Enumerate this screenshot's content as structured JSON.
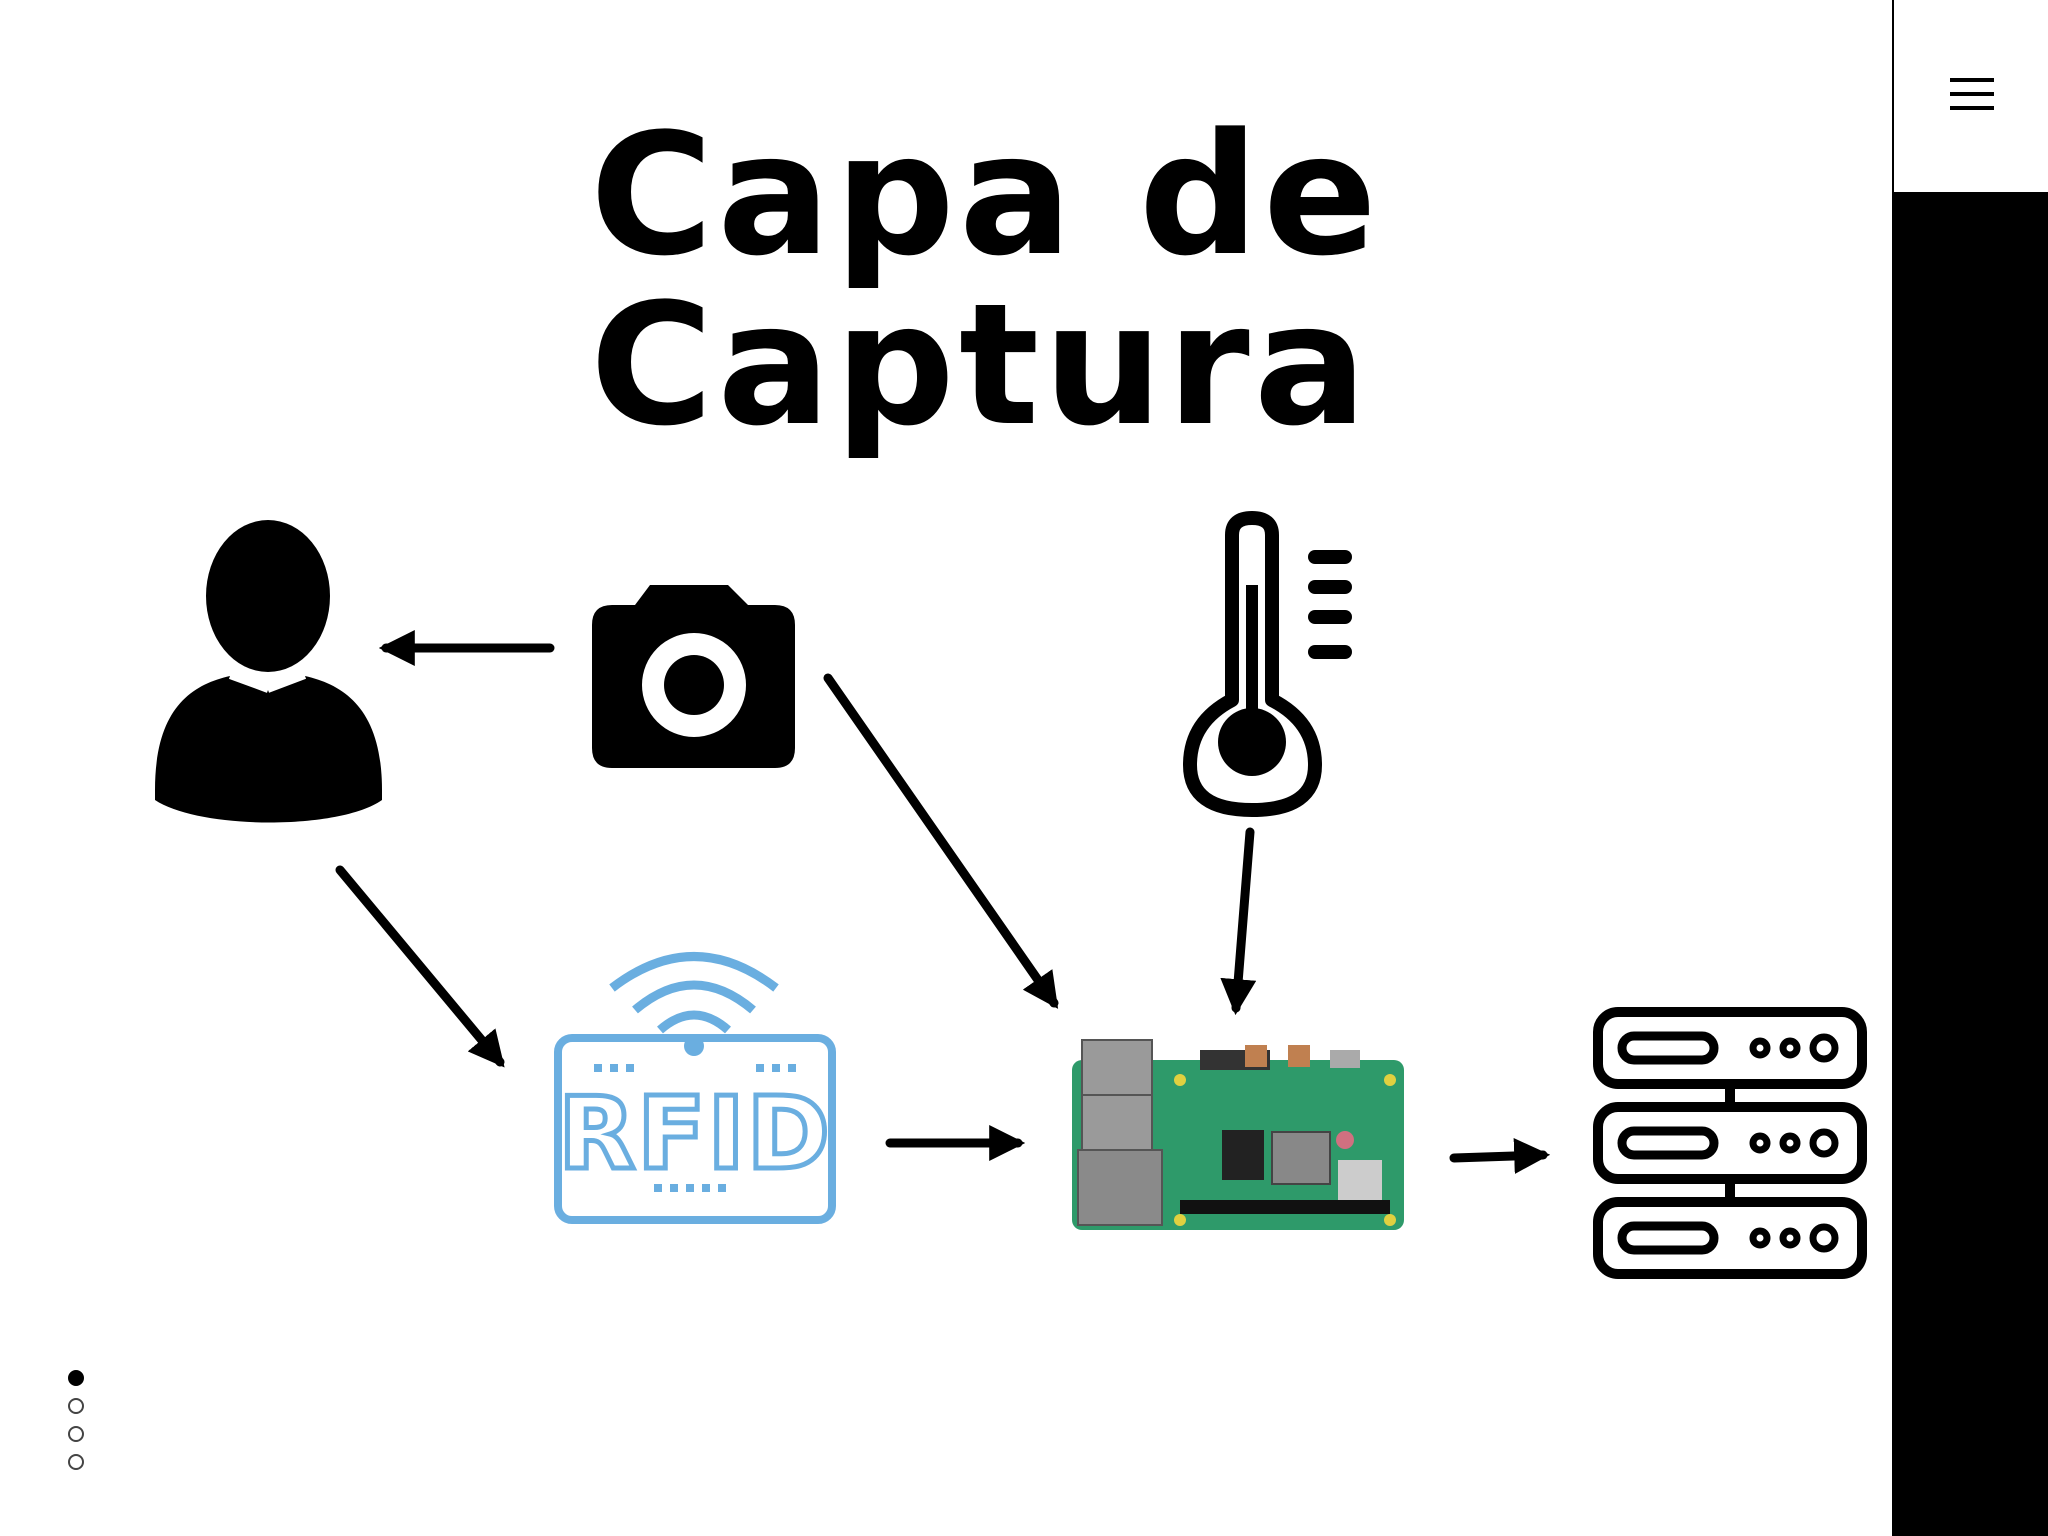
{
  "slide": {
    "title_line1": "Capa de",
    "title_line2": "Captura",
    "rfid_label": "RFID"
  },
  "nav": {
    "menu_icon": "hamburger-menu-icon",
    "pages": [
      {
        "state": "current"
      },
      {
        "state": "other"
      },
      {
        "state": "other"
      },
      {
        "state": "other"
      }
    ]
  },
  "diagram": {
    "nodes": [
      "person-icon",
      "camera-icon",
      "thermometer-icon",
      "rfid-reader-icon",
      "raspberry-pi-board",
      "server-rack-icon"
    ],
    "colors": {
      "ink": "#000000",
      "rfid": "#6aaee0",
      "board": "#2e9a6a"
    }
  }
}
